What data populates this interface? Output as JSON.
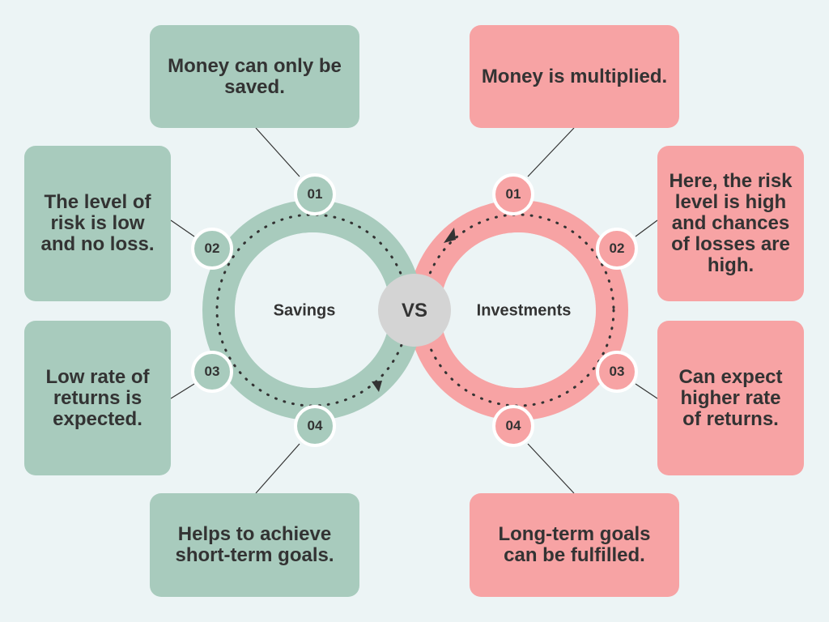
{
  "colors": {
    "background": "#ecf4f5",
    "savings_ring": "#a8cbbd",
    "investments_ring": "#f7a3a4",
    "vs_circle": "#d4d4d4",
    "node_fill": "#a8cbbd",
    "text": "#333333"
  },
  "center": {
    "vs_label": "VS"
  },
  "savings": {
    "title": "Savings",
    "points": [
      {
        "num": "01",
        "text": "Money can only be saved."
      },
      {
        "num": "02",
        "text": "The level of risk is low and no loss."
      },
      {
        "num": "03",
        "text": "Low rate of returns is expected."
      },
      {
        "num": "04",
        "text": "Helps to achieve short-term goals."
      }
    ]
  },
  "investments": {
    "title": "Investments",
    "points": [
      {
        "num": "01",
        "text": "Money is multiplied."
      },
      {
        "num": "02",
        "text": "Here, the risk level is high and chances of losses are high."
      },
      {
        "num": "03",
        "text": "Can expect higher rate of returns."
      },
      {
        "num": "04",
        "text": "Long-term goals can be fulfilled."
      }
    ]
  }
}
